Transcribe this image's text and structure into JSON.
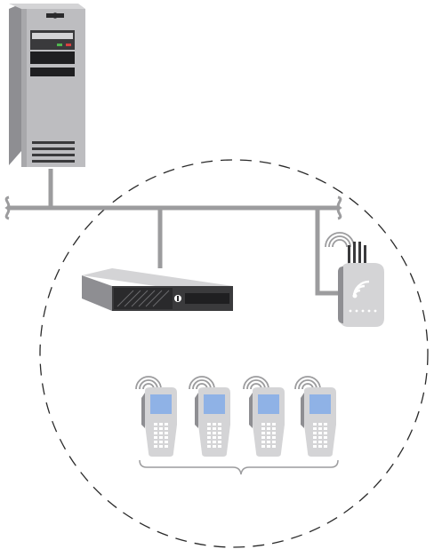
{
  "diagram": {
    "colors": {
      "background": "#ffffff",
      "body_light": "#d4d4d6",
      "body_mid": "#bdbdc0",
      "body_dark": "#8e8e92",
      "panel_dark": "#3a3a3c",
      "black": "#1f1f21",
      "screen_blue": "#8fb2e6",
      "network_line": "#9c9c9e",
      "led_green": "#4fb84f",
      "led_red": "#d94040",
      "boundary_dash": "#2a2a2a"
    },
    "nodes": [
      {
        "id": "tower-server",
        "icon": "tower-server-icon"
      },
      {
        "id": "rack-server",
        "icon": "rack-server-icon"
      },
      {
        "id": "wireless-access-point",
        "icon": "wireless-access-point-icon"
      },
      {
        "id": "handheld-terminal-1",
        "icon": "handheld-terminal-icon"
      },
      {
        "id": "handheld-terminal-2",
        "icon": "handheld-terminal-icon"
      },
      {
        "id": "handheld-terminal-3",
        "icon": "handheld-terminal-icon"
      },
      {
        "id": "handheld-terminal-4",
        "icon": "handheld-terminal-icon"
      }
    ],
    "groupings": [
      {
        "id": "wireless-coverage-area",
        "shape": "dashed-circle"
      },
      {
        "id": "terminal-group",
        "shape": "curly-brace"
      }
    ]
  }
}
